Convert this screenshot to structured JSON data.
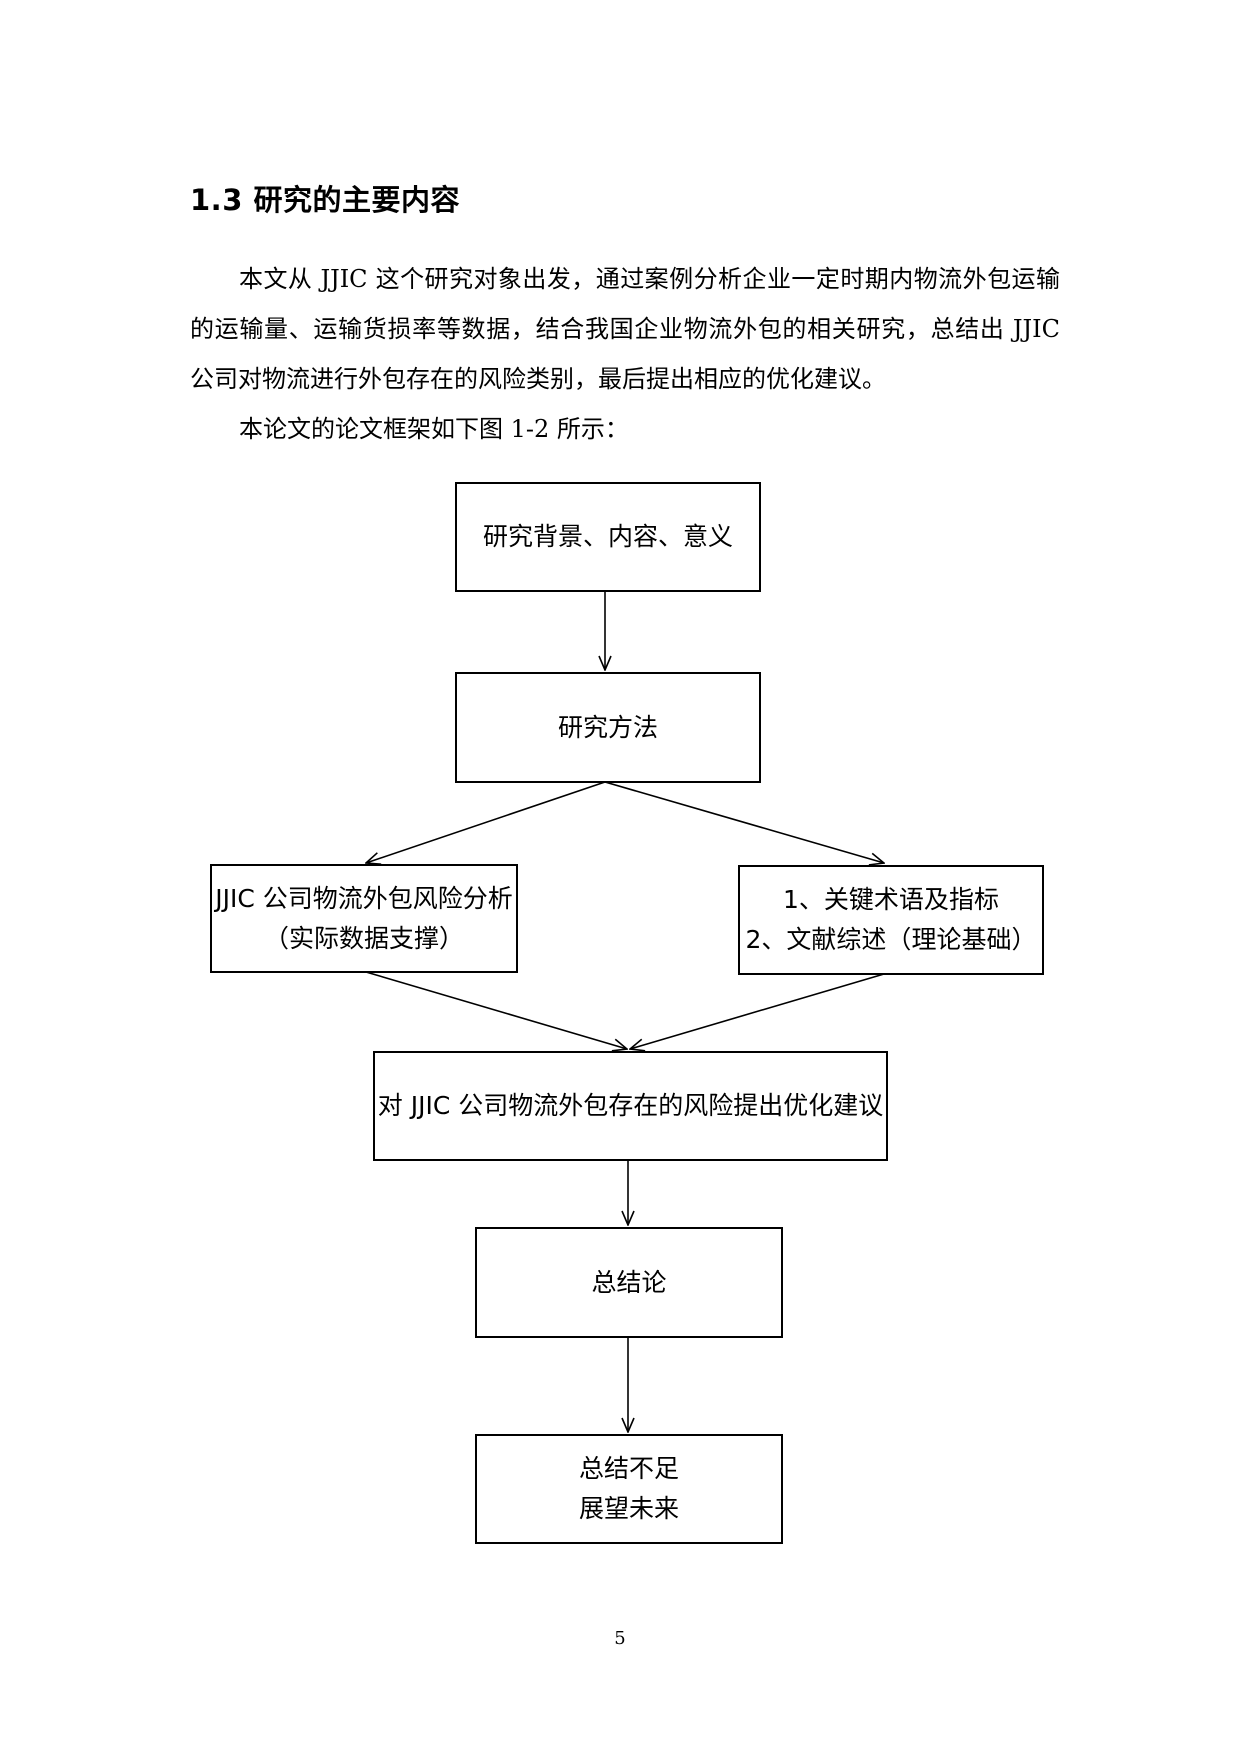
{
  "heading": "1.3 研究的主要内容",
  "paragraph1": "本文从 JJIC 这个研究对象出发，通过案例分析企业一定时期内物流外包运输的运输量、运输货损率等数据，结合我国企业物流外包的相关研究，总结出 JJIC 公司对物流进行外包存在的风险类别，最后提出相应的优化建议。",
  "paragraph2": "本论文的论文框架如下图 1-2 所示：",
  "flowchart": {
    "box1": "研究背景、内容、意义",
    "box2": "研究方法",
    "box3_line1": "JJIC 公司物流外包风险分析",
    "box3_line2": "（实际数据支撑）",
    "box4_line1": "1、关键术语及指标",
    "box4_line2": "2、文献综述（理论基础）",
    "box5": "对 JJIC 公司物流外包存在的风险提出优化建议",
    "box6": "总结论",
    "box7_line1": "总结不足",
    "box7_line2": "展望未来"
  },
  "page_number": "5"
}
